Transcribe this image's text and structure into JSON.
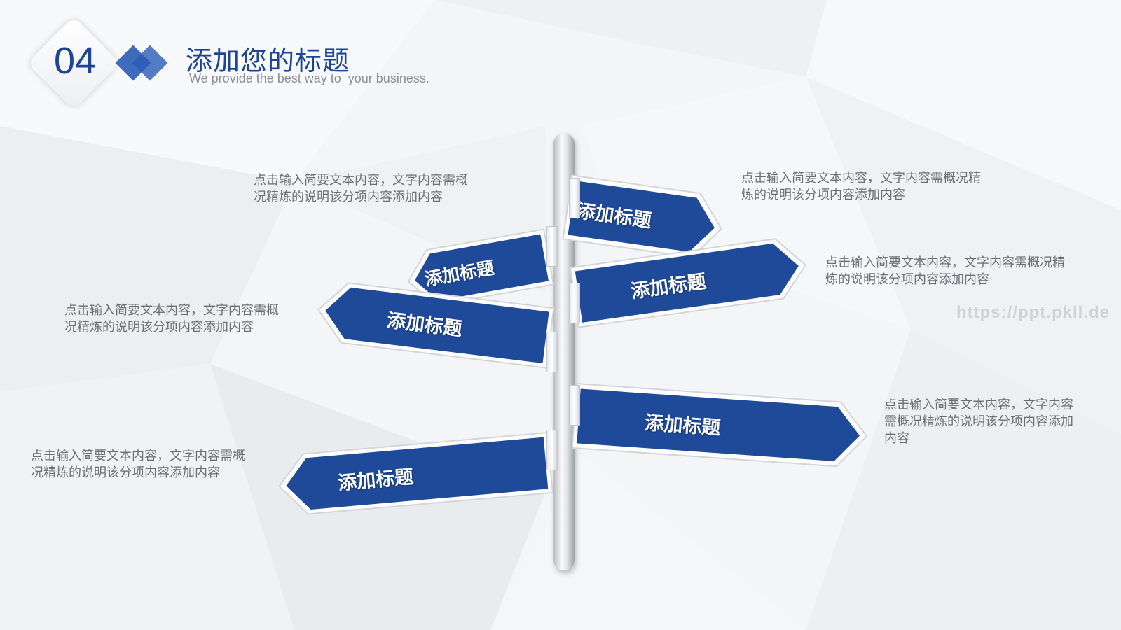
{
  "header": {
    "section_number": "04",
    "title": "添加您的标题",
    "subtitle": "We provide the best way to  your business."
  },
  "signs": [
    {
      "label": "添加标题",
      "side": "right"
    },
    {
      "label": "添加标题",
      "side": "left"
    },
    {
      "label": "添加标题",
      "side": "right"
    },
    {
      "label": "添加标题",
      "side": "left"
    },
    {
      "label": "添加标题",
      "side": "right"
    },
    {
      "label": "添加标题",
      "side": "left"
    }
  ],
  "descriptions": [
    {
      "line1": "点击输入简要文本内容，文字内容需概",
      "line2": "况精炼的说明该分项内容添加内容"
    },
    {
      "line1": "点击输入简要文本内容，文字内容需概况精",
      "line2": "炼的说明该分项内容添加内容"
    },
    {
      "line1": "点击输入简要文本内容，文字内容需概况精",
      "line2": "炼的说明该分项内容添加内容"
    },
    {
      "line1": "点击输入简要文本内容，文字内容需概",
      "line2": "况精炼的说明该分项内容添加内容"
    },
    {
      "line1": "点击输入简要文本内容，文字内容",
      "line2": "需概况精炼的说明该分项内容添加",
      "line3": "内容"
    },
    {
      "line1": "点击输入简要文本内容，文字内容需概",
      "line2": "况精炼的说明该分项内容添加内容"
    }
  ],
  "watermark": "https://ppt.pkll.de",
  "colors": {
    "sign_blue": "#1f4a9a",
    "title_blue": "#1d4594",
    "text_gray": "#6b6f76"
  }
}
